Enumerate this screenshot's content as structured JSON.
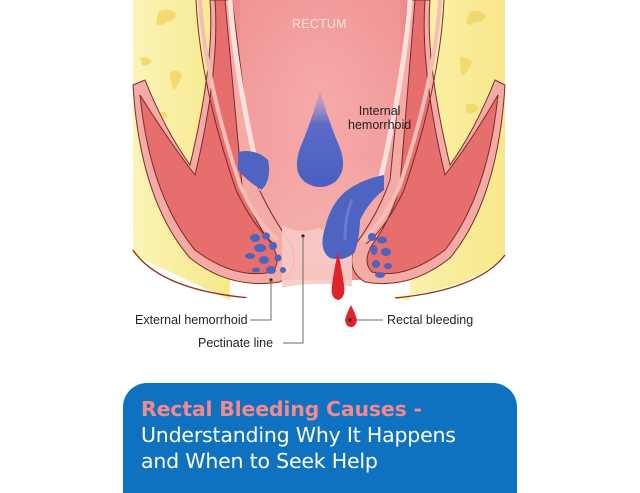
{
  "illustration": {
    "labels": {
      "rectum": "RECTUM",
      "internal_hemorrhoid_line1": "Internal",
      "internal_hemorrhoid_line2": "hemorrhoid",
      "external_hemorrhoid": "External hemorrhoid",
      "pectinate_line": "Pectinate line",
      "rectal_bleeding": "Rectal bleeding"
    },
    "colors": {
      "rectum_wall": "#ef8f8f",
      "muscle": "#e46a69",
      "lining": "#f6b3ae",
      "fat": "#f9ef9c",
      "hemorrhoid": "#4f63c0",
      "blood": "#e0222b"
    }
  },
  "banner": {
    "title_accent": "Rectal Bleeding Causes",
    "title_dash": " -",
    "subtitle_line1": "Understanding Why It Happens",
    "subtitle_line2": "and When to Seek Help",
    "background_color": "#0f72c1",
    "accent_color": "#f08a8d"
  }
}
